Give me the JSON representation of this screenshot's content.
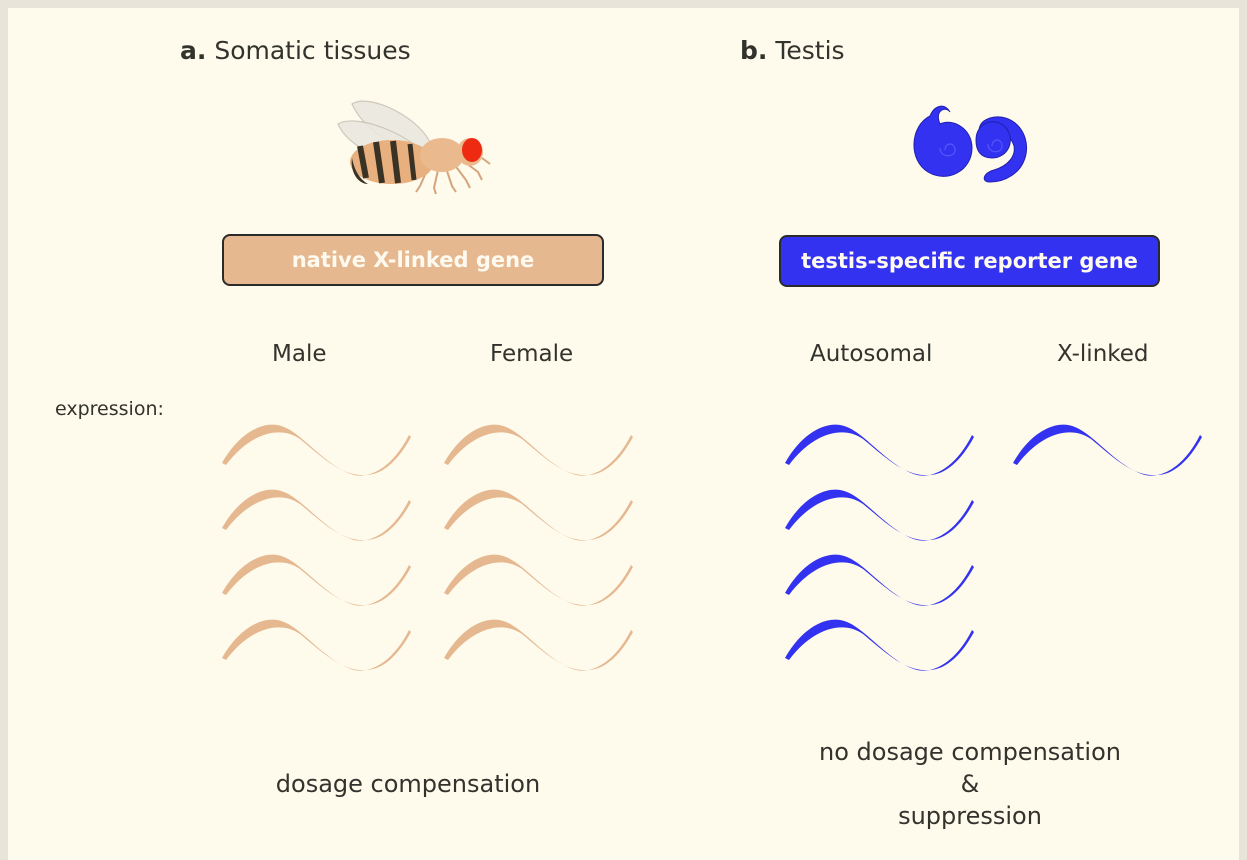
{
  "panel_a": {
    "letter": "a.",
    "title": "Somatic tissues",
    "gene_box": "native X-linked gene",
    "columns": [
      {
        "label": "Male",
        "transcripts": 4
      },
      {
        "label": "Female",
        "transcripts": 4
      }
    ],
    "expression_label": "expression:",
    "caption": "dosage compensation",
    "color": "#e5b890"
  },
  "panel_b": {
    "letter": "b.",
    "title": "Testis",
    "gene_box": "testis-specific reporter gene",
    "columns": [
      {
        "label": "Autosomal",
        "transcripts": 4
      },
      {
        "label": "X-linked",
        "transcripts": 1
      }
    ],
    "caption_lines": [
      "no dosage compensation",
      "&",
      "suppression"
    ],
    "color": "#3232f0"
  },
  "icons": [
    "fly-icon",
    "testis-icon"
  ]
}
